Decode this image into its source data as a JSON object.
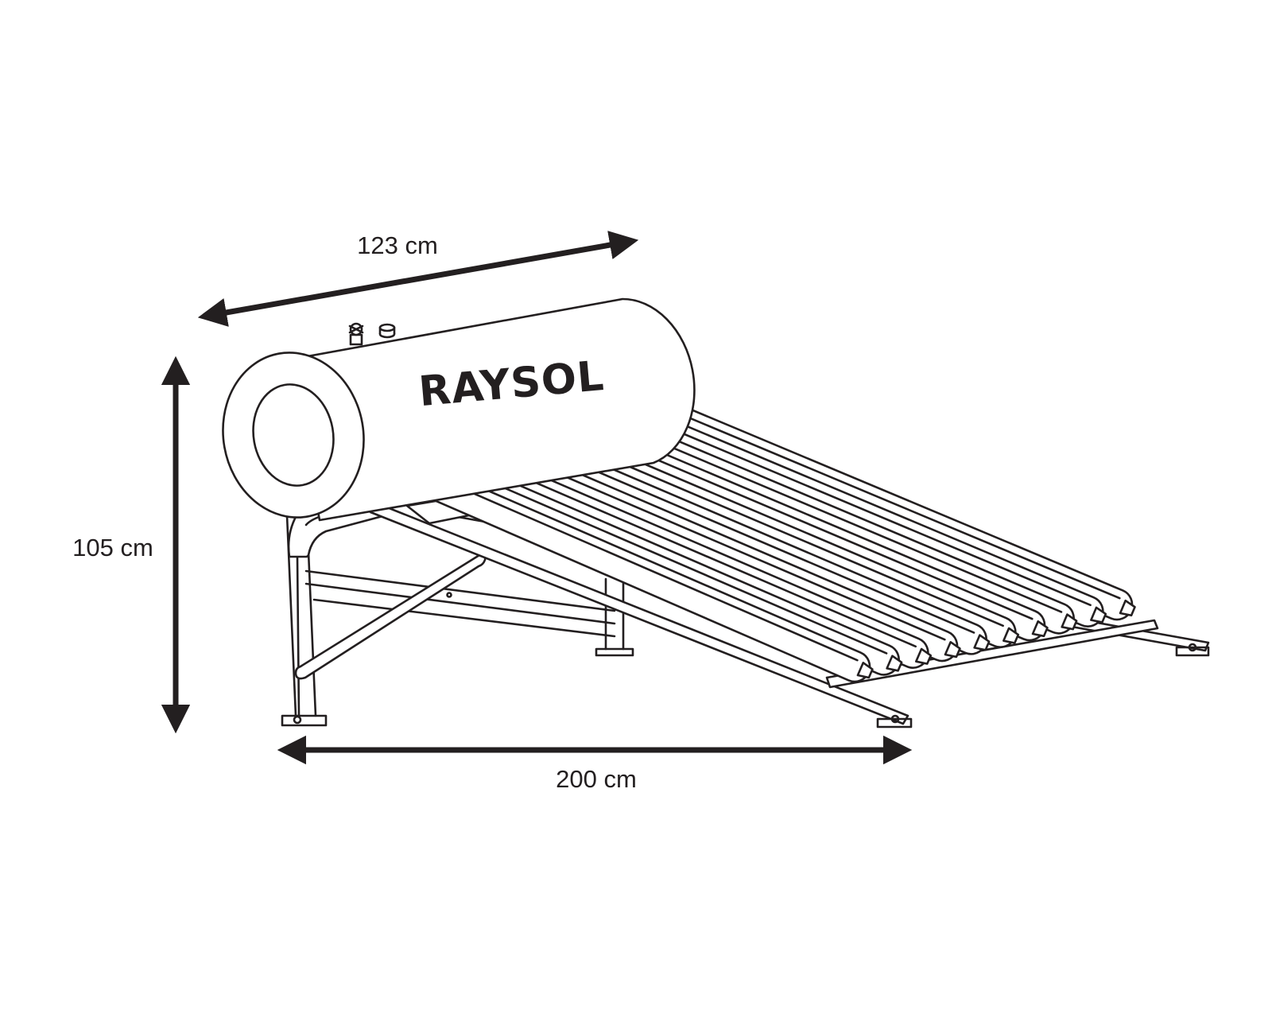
{
  "brand": {
    "name": "RAYSOL",
    "colors": {
      "ink": "#231f20",
      "background": "#ffffff"
    }
  },
  "dimensions": {
    "width": {
      "value": "123 cm"
    },
    "height": {
      "value": "105 cm"
    },
    "length": {
      "value": "200 cm"
    }
  },
  "collector": {
    "tube_count": 10
  }
}
